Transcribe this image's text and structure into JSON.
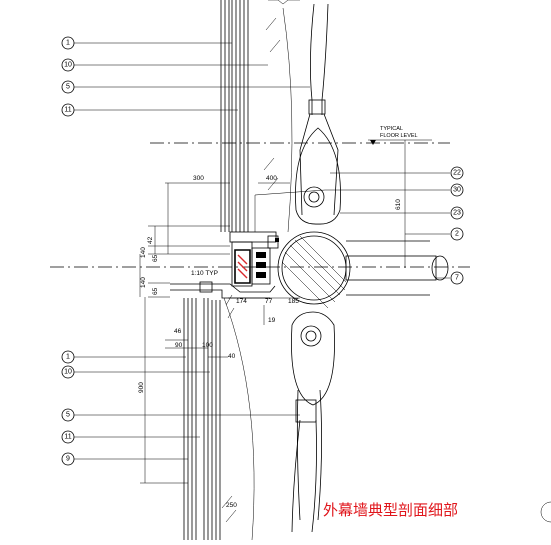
{
  "title": "外幕墙典型剖面细部",
  "floor_level_label": [
    "TYPICAL",
    "FLOOR LEVEL"
  ],
  "slope_label": "1:10 TYP",
  "callouts_left": [
    "1",
    "10",
    "5",
    "11",
    "1",
    "10",
    "5",
    "11",
    "9"
  ],
  "callouts_right": [
    "22",
    "30",
    "23",
    "2",
    "7"
  ],
  "dimensions": {
    "d300": "300",
    "d400": "400",
    "d610": "610",
    "d140a": "140",
    "d42": "42",
    "d65a": "65",
    "d140b": "140",
    "d65b": "65",
    "d174": "174",
    "d77": "77",
    "d185": "185",
    "d19": "19",
    "d46": "46",
    "d90": "90",
    "d100": "100",
    "d40": "40",
    "d900": "900",
    "d250": "250"
  }
}
